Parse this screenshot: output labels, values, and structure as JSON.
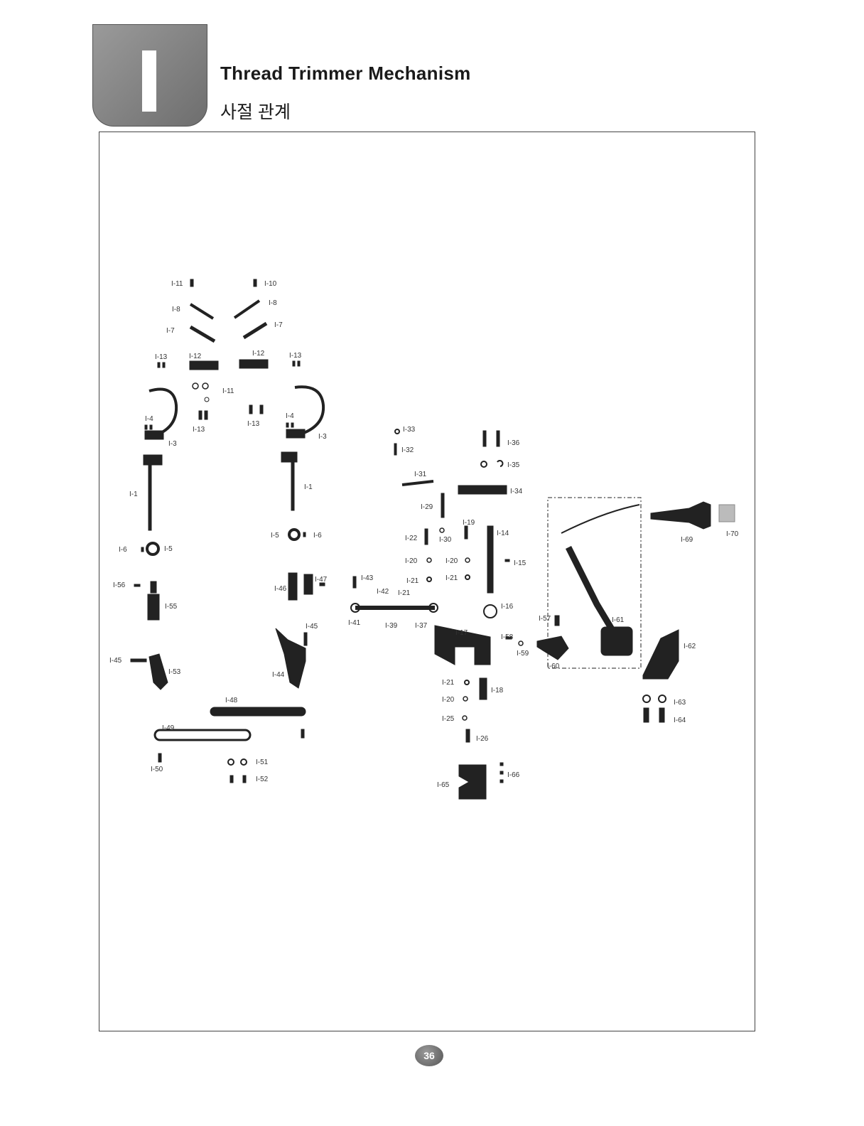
{
  "header": {
    "section_letter": "I",
    "title_en": "Thread Trimmer Mechanism",
    "title_ko": "사절 관계"
  },
  "page_number": "36",
  "parts": {
    "p1": "I-1",
    "p1b": "I-1",
    "p3": "I-3",
    "p3b": "I-3",
    "p4": "I-4",
    "p4b": "I-4",
    "p5": "I-5",
    "p5b": "I-5",
    "p6": "I-6",
    "p6b": "I-6",
    "p7": "I-7",
    "p7b": "I-7",
    "p8": "I-8",
    "p8b": "I-8",
    "p10": "I-10",
    "p11": "I-11",
    "p11b": "I-11",
    "p12": "I-12",
    "p12b": "I-12",
    "p13": "I-13",
    "p13b": "I-13",
    "p13c": "I-13",
    "p13d": "I-13",
    "p14": "I-14",
    "p15": "I-15",
    "p16": "I-16",
    "p17": "I-17",
    "p18": "I-18",
    "p19": "I-19",
    "p20": "I-20",
    "p20b": "I-20",
    "p20c": "I-20",
    "p21": "I-21",
    "p21b": "I-21",
    "p21c": "I-21",
    "p21d": "I-21",
    "p22": "I-22",
    "p25": "I-25",
    "p26": "I-26",
    "p29": "I-29",
    "p30": "I-30",
    "p31": "I-31",
    "p32": "I-32",
    "p33": "I-33",
    "p34": "I-34",
    "p35": "I-35",
    "p36": "I-36",
    "p37": "I-37",
    "p39": "I-39",
    "p41": "I-41",
    "p42": "I-42",
    "p43": "I-43",
    "p44": "I-44",
    "p45": "I-45",
    "p45b": "I-45",
    "p46": "I-46",
    "p47": "I-47",
    "p48": "I-48",
    "p49": "I-49",
    "p50": "I-50",
    "p51": "I-51",
    "p52": "I-52",
    "p53": "I-53",
    "p55": "I-55",
    "p56": "I-56",
    "p57": "I-57",
    "p58": "I-58",
    "p59": "I-59",
    "p60": "I-60",
    "p61": "I-61",
    "p62": "I-62",
    "p63": "I-63",
    "p64": "I-64",
    "p65": "I-65",
    "p66": "I-66",
    "p69": "I-69",
    "p70": "I-70"
  }
}
